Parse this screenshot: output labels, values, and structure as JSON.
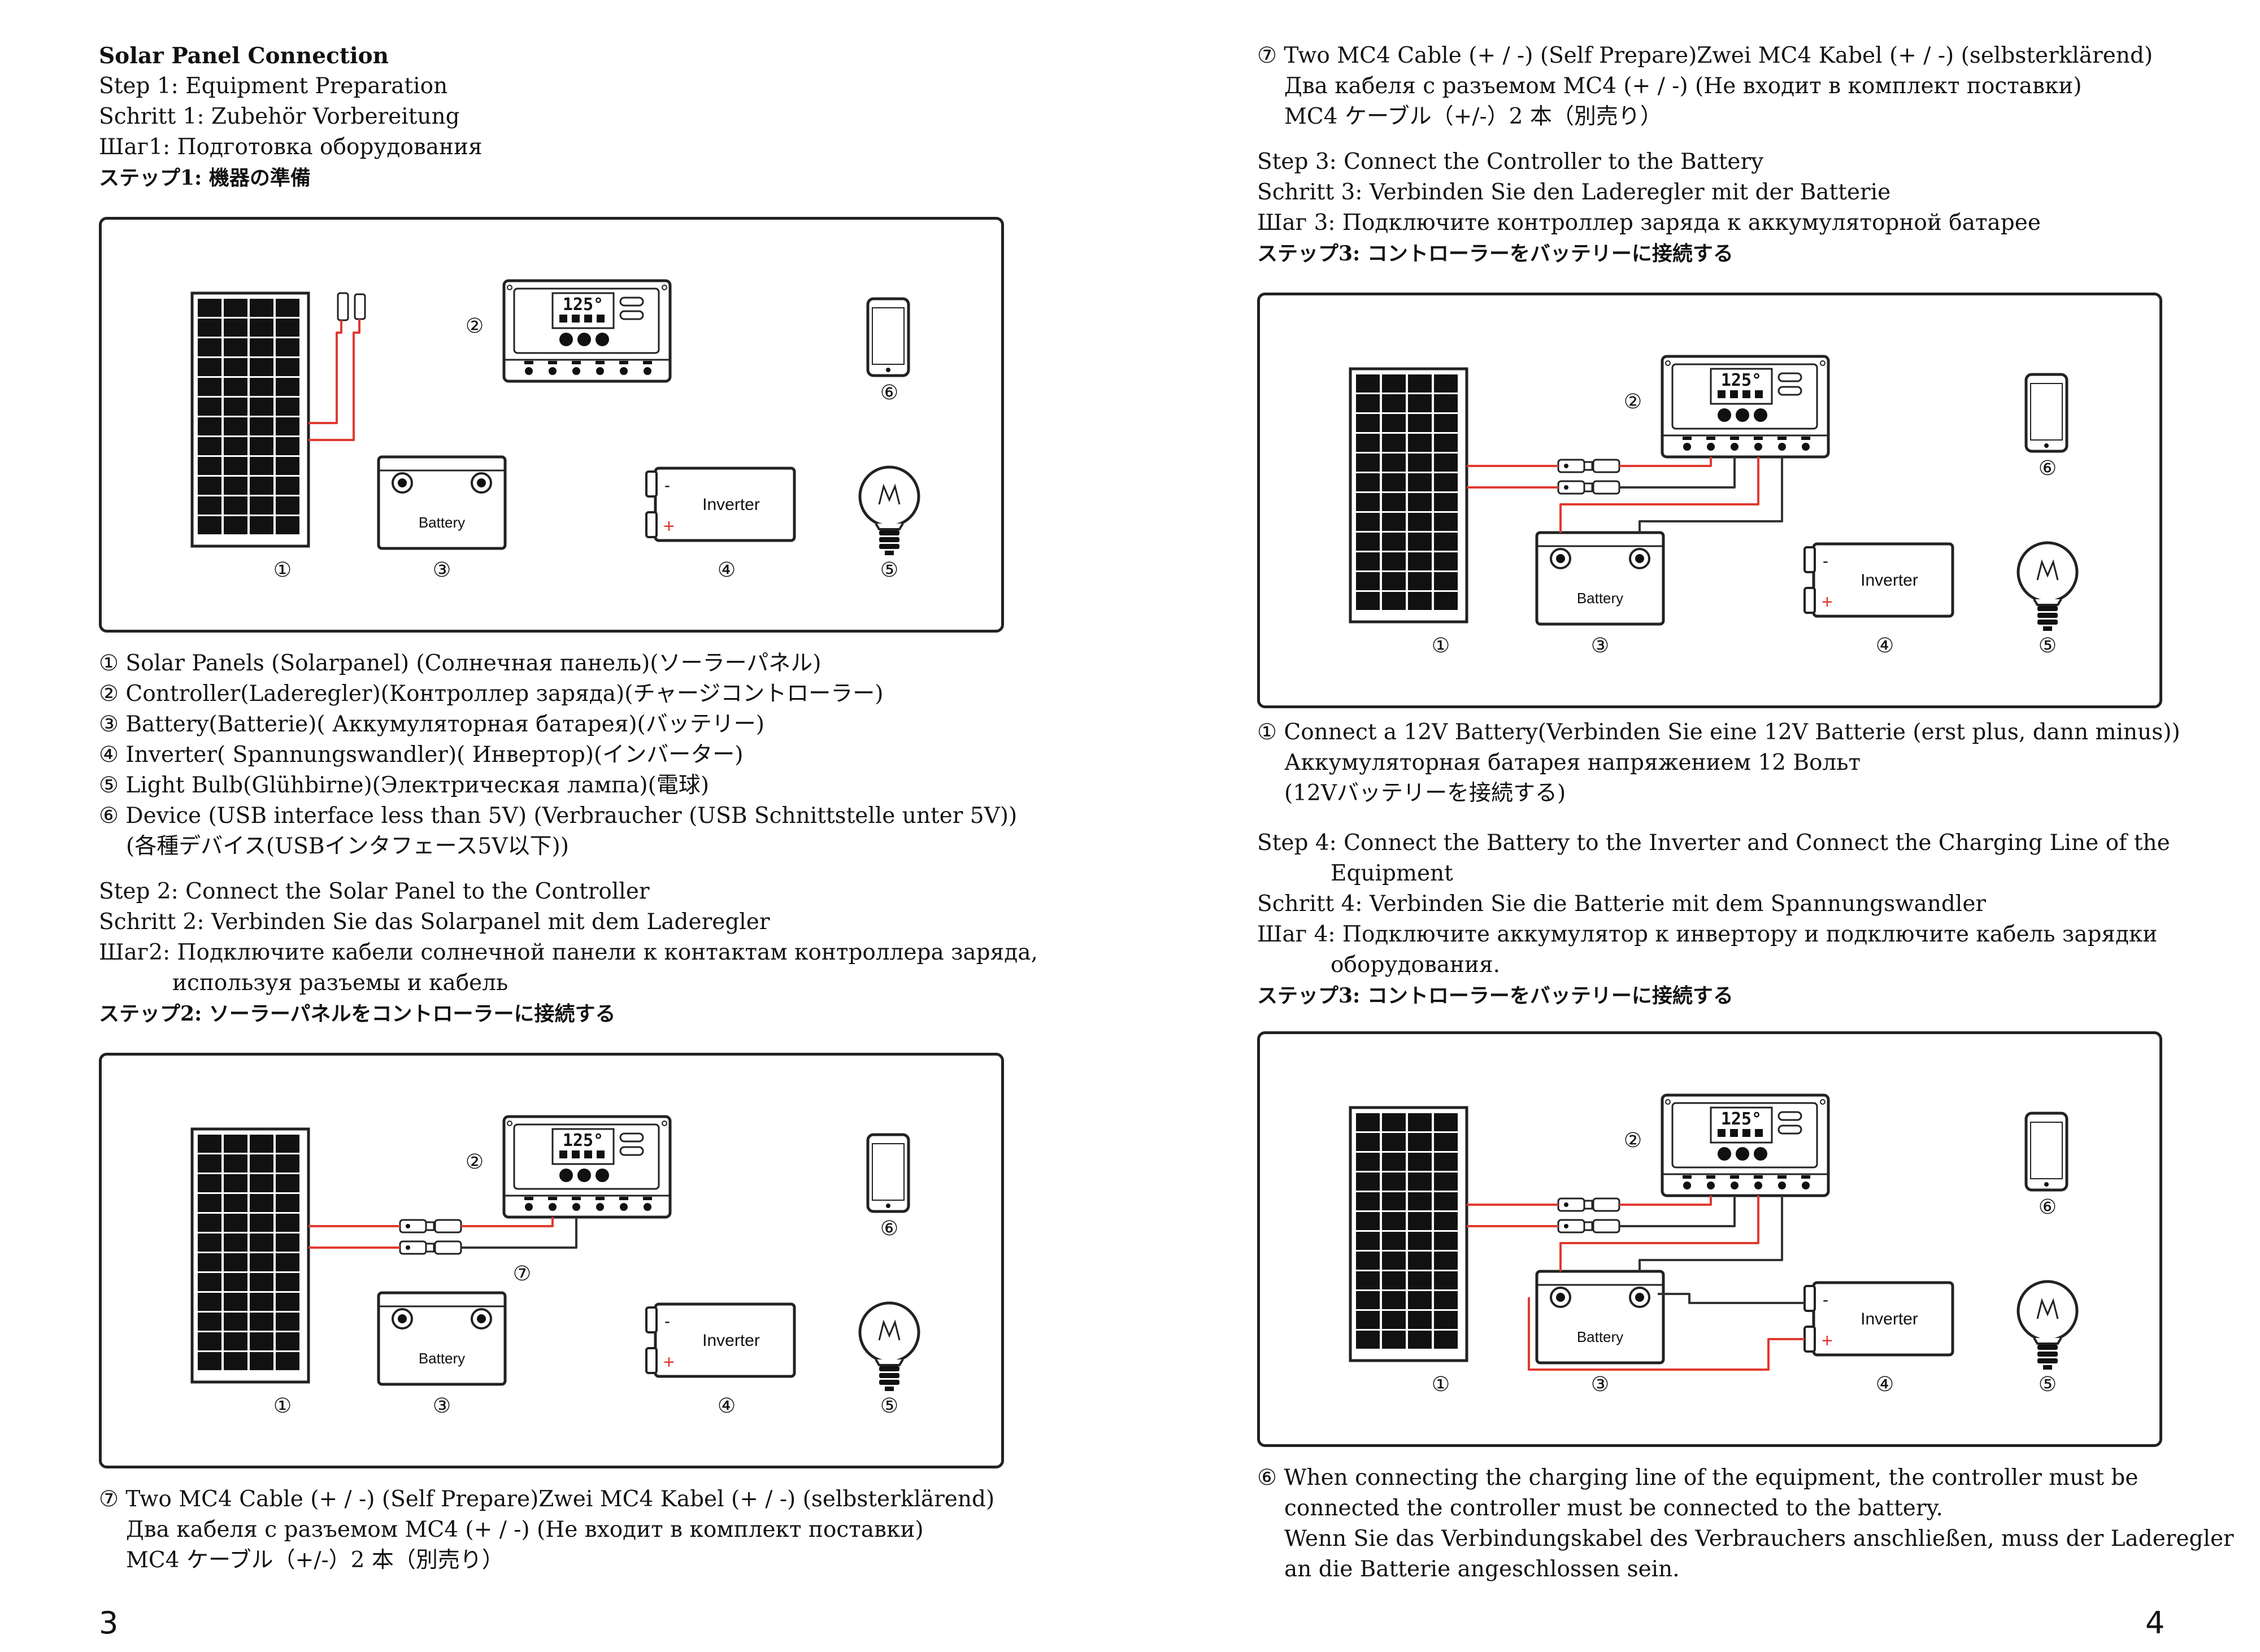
{
  "page_left": {
    "heading": "Solar Panel Connection",
    "step1": [
      "Step 1: Equipment Preparation",
      "Schritt 1: Zubehör Vorbereitung",
      "Шаг1: Подготовка оборудования",
      "ステップ1:  機器の準備"
    ],
    "legend": [
      "① Solar Panels (Solarpanel) (Солнечная панель)(ソーラーパネル)",
      "② Controller(Laderegler)(Контроллер заряда)(チャージコントローラー)",
      "③ Battery(Batterie)( Аккумуляторная батарея)(バッテリー)",
      "④ Inverter( Spannungswandler)( Инвертор)(インバーター)",
      "⑤ Light Bulb(Glühbirne)(Электрическая лампа)(電球)",
      "⑥ Device (USB interface less than 5V) (Verbraucher (USB Schnittstelle unter 5V))",
      "(各種デバイス(USBインタフェース5V以下))"
    ],
    "step2": [
      "Step 2: Connect the Solar Panel to the Controller",
      "Schritt 2: Verbinden Sie das Solarpanel mit dem Laderegler",
      "Шаг2: Подключите кабели солнечной панели к контактам контроллера заряда,",
      "используя разъемы и кабель",
      "ステップ2:  ソーラーパネルをコントローラーに接続する"
    ],
    "note7": [
      "⑦ Two MC4 Cable (+ / -) (Self Prepare)Zwei MC4 Kabel (+ / -) (selbsterklärend)",
      "Два кабеля с разъемом MC4 (+ / -) (Не входит в комплект поставки)",
      "MC4 ケーブル（+/-）2 本（別売り）"
    ],
    "page_number": "3"
  },
  "page_right": {
    "note7": [
      "⑦ Two MC4 Cable (+ / -) (Self Prepare)Zwei MC4 Kabel (+ / -) (selbsterklärend)",
      "Два кабеля с разъемом MC4 (+ / -) (Не входит в комплект поставки)",
      "MC4 ケーブル（+/-）2 本（別売り）"
    ],
    "step3": [
      "Step 3: Connect the Controller to the Battery",
      "Schritt 3: Verbinden Sie den Laderegler mit der Batterie",
      "Шаг 3: Подключите контроллер заряда к аккумуляторной батарее",
      "ステップ3:  コントローラーをバッテリーに接続する"
    ],
    "note1": [
      "① Connect a 12V Battery(Verbinden Sie eine 12V Batterie (erst plus, dann minus))",
      "Аккумуляторная батарея напряжением 12 Вольт",
      "(12Vバッテリーを接続する)"
    ],
    "step4": [
      "Step 4: Connect the Battery to the Inverter and Connect the Charging Line of the",
      "Equipment",
      "Schritt 4: Verbinden Sie die Batterie mit dem Spannungswandler",
      "Шаг 4: Подключите аккумулятор к инвертору и подключите кабель зарядки",
      "оборудования.",
      "ステップ3:  コントローラーをバッテリーに接続する"
    ],
    "note6": [
      "⑥ When connecting the charging line of the equipment, the controller must be",
      "connected the controller must be connected to the battery.",
      "Wenn Sie das Verbindungskabel des Verbrauchers anschließen, muss der Laderegler",
      "an die Batterie angeschlossen sein."
    ],
    "page_number": "4"
  },
  "diagram": {
    "battery_label": "Battery",
    "inverter_label": "Inverter",
    "display_value": "125°",
    "num1": "①",
    "num2": "②",
    "num3": "③",
    "num4": "④",
    "num5": "⑤",
    "num6": "⑥",
    "num7": "⑦",
    "minus": "-",
    "plus": "+",
    "colors": {
      "wire_red": "#e03a30",
      "wire_dark": "#333333",
      "line": "#222222"
    }
  }
}
